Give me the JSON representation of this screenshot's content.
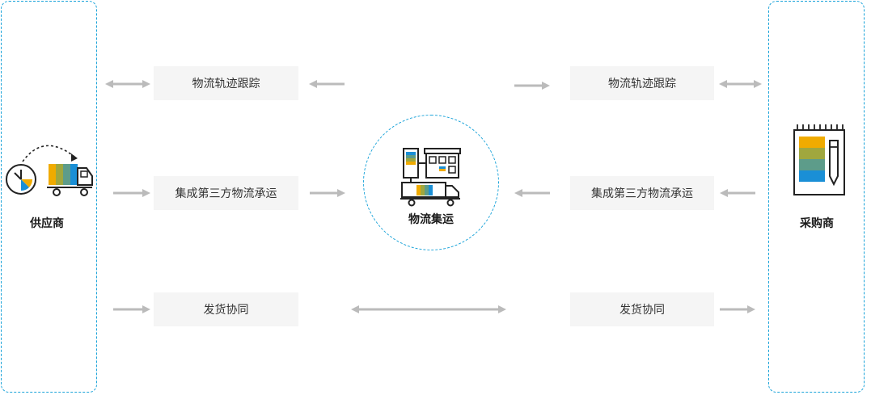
{
  "supplier": {
    "label": "供应商",
    "icon": "delivery-truck-clock-icon"
  },
  "buyer": {
    "label": "采购商",
    "icon": "notepad-pencil-icon"
  },
  "hub": {
    "label": "物流集运",
    "icon": "logistics-hub-icon"
  },
  "flows_left": [
    {
      "label": "物流轨迹跟踪"
    },
    {
      "label": "集成第三方物流承运"
    },
    {
      "label": "发货协同"
    }
  ],
  "flows_right": [
    {
      "label": "物流轨迹跟踪"
    },
    {
      "label": "集成第三方物流承运"
    },
    {
      "label": "发货协同"
    }
  ],
  "colors": {
    "dashed_border": "#1aa3d9",
    "arrow": "#bbbbbb",
    "label_bg": "#f5f5f5",
    "accent_orange": "#f0ab00",
    "accent_olive": "#a0a73e",
    "accent_green": "#5d9c8a",
    "accent_blue": "#1a8fd6"
  }
}
